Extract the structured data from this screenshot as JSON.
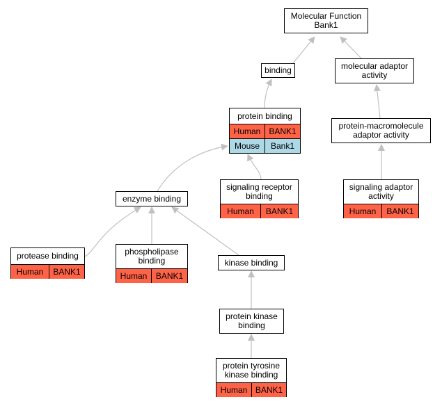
{
  "colors": {
    "human": "#ff6347",
    "mouse": "#add8e6",
    "edge": "#c0c0c0",
    "border": "#000000"
  },
  "nodes": {
    "root": {
      "line1": "Molecular Function",
      "line2": "Bank1"
    },
    "binding": {
      "line1": "binding"
    },
    "molecular_adaptor": {
      "line1": "molecular adaptor",
      "line2": "activity"
    },
    "protein_binding": {
      "line1": "protein binding",
      "rows": [
        {
          "species": "Human",
          "gene": "BANK1"
        },
        {
          "species": "Mouse",
          "gene": "Bank1"
        }
      ]
    },
    "protein_macromolecule": {
      "line1": "protein-macromolecule",
      "line2": "adaptor activity"
    },
    "enzyme_binding": {
      "line1": "enzyme binding"
    },
    "signaling_receptor": {
      "line1": "signaling receptor",
      "line2": "binding",
      "rows": [
        {
          "species": "Human",
          "gene": "BANK1"
        }
      ]
    },
    "signaling_adaptor": {
      "line1": "signaling adaptor",
      "line2": "activity",
      "rows": [
        {
          "species": "Human",
          "gene": "BANK1"
        }
      ]
    },
    "protease_binding": {
      "line1": "protease binding",
      "rows": [
        {
          "species": "Human",
          "gene": "BANK1"
        }
      ]
    },
    "phospholipase_binding": {
      "line1": "phospholipase",
      "line2": "binding",
      "rows": [
        {
          "species": "Human",
          "gene": "BANK1"
        }
      ]
    },
    "kinase_binding": {
      "line1": "kinase binding"
    },
    "protein_kinase_binding": {
      "line1": "protein kinase",
      "line2": "binding"
    },
    "protein_tyrosine_kinase": {
      "line1": "protein tyrosine",
      "line2": "kinase binding",
      "rows": [
        {
          "species": "Human",
          "gene": "BANK1"
        }
      ]
    }
  }
}
